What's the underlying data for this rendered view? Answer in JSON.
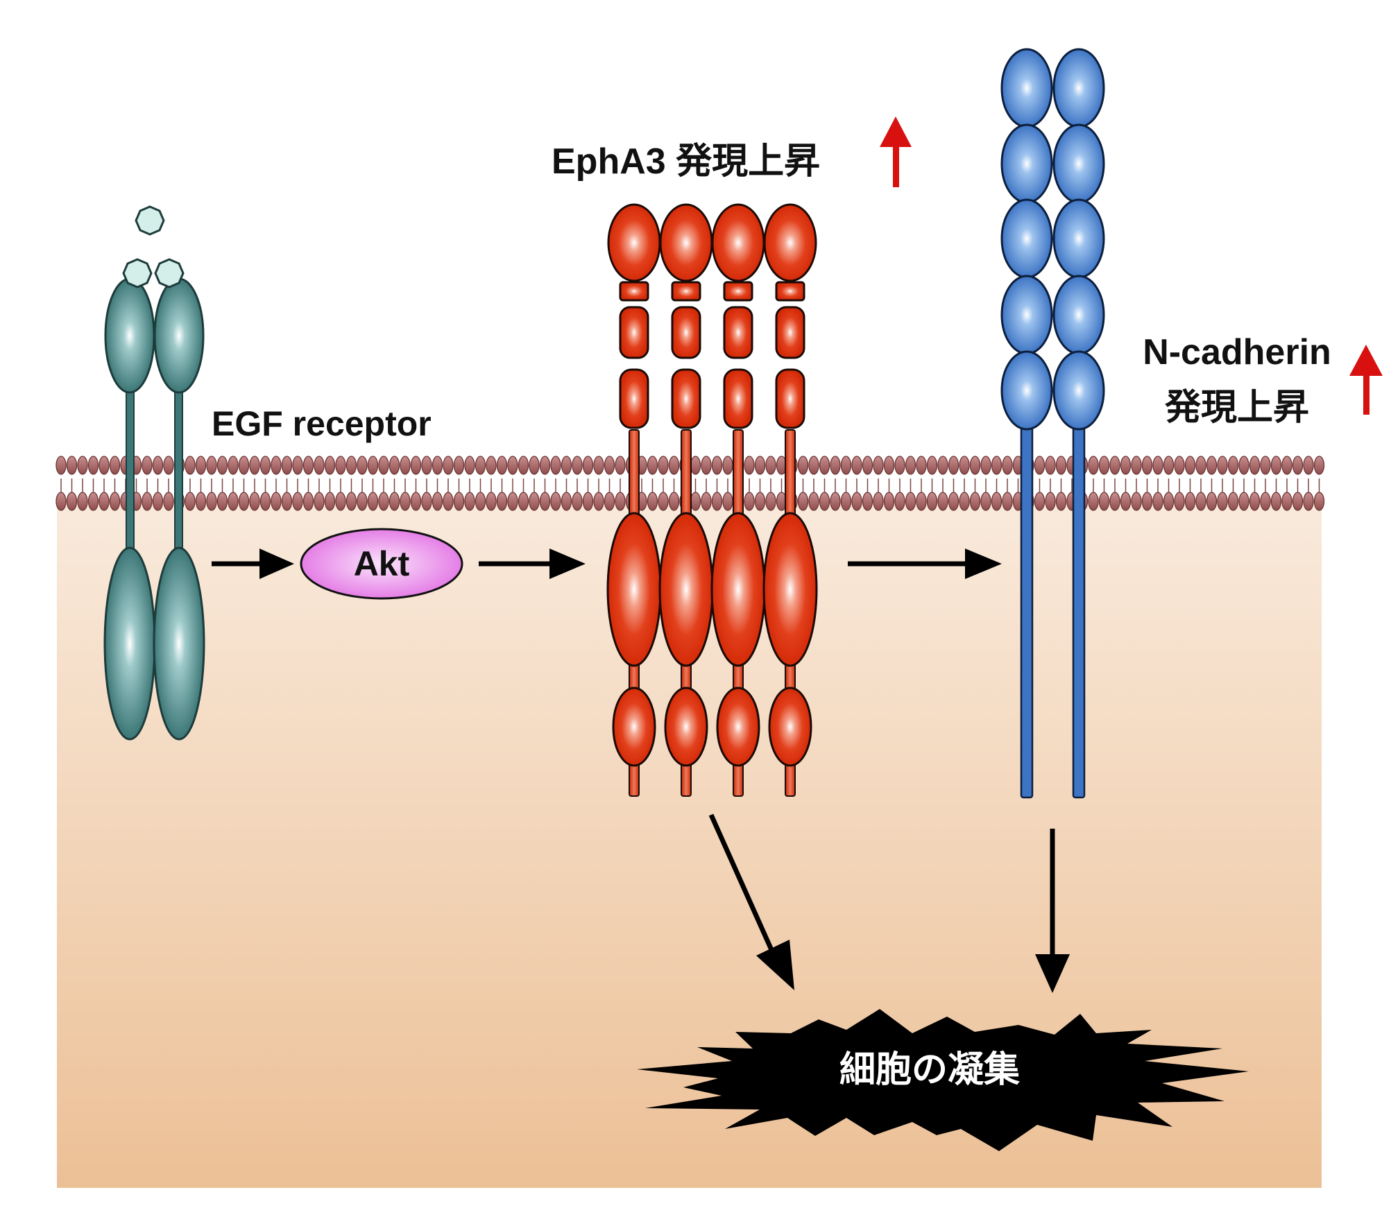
{
  "labels": {
    "egf_receptor": "EGF receptor",
    "akt": "Akt",
    "epha3": "EphA3 発現上昇",
    "ncadherin_name": "N-cadherin",
    "ncadherin_expr": "発現上昇",
    "aggregation": "細胞の凝集"
  },
  "colors": {
    "cytoplasm_top": "#f9eadc",
    "cytoplasm_bottom": "#ecc096",
    "membrane": "#b87474",
    "egfr": "#3c7676",
    "ligand": "#d4eeea",
    "akt": "#e77ae8",
    "epha3": "#e0320f",
    "ncadherin": "#3d74c4",
    "up_arrow": "#d81010",
    "starburst": "#000000"
  },
  "icons": {
    "up": "up-arrow-icon",
    "flow": "arrow-right-icon",
    "burst": "starburst-icon"
  }
}
